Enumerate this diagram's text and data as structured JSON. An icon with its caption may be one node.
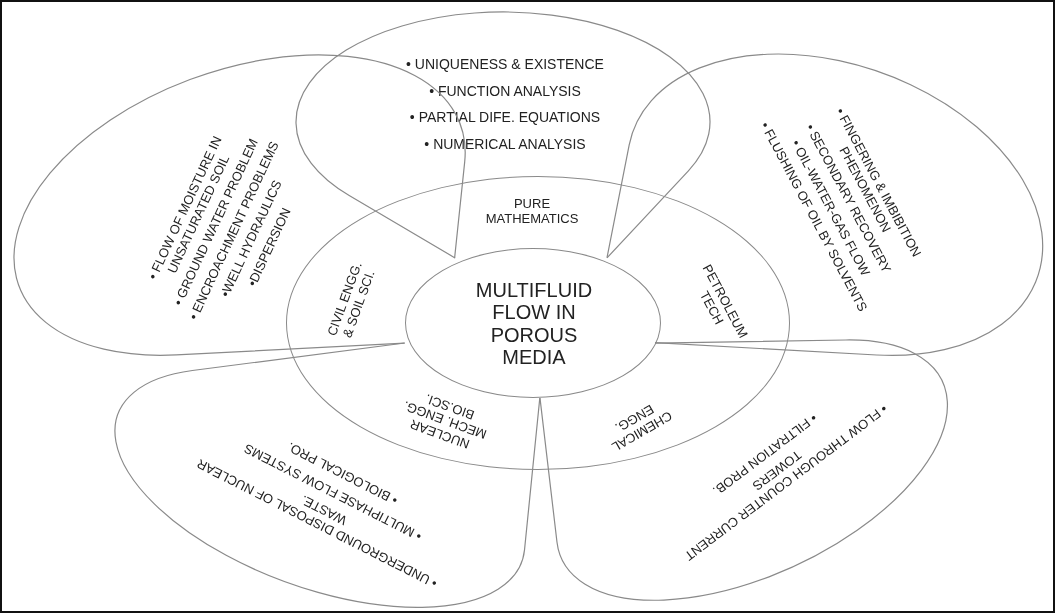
{
  "diagram": {
    "nodes": [
      {
        "text": [
          "• UNIQUENESS & EXISTENCE",
          "• FUNCTION ANALYSIS",
          "• PARTIAL DIFE. EQUATIONS",
          "• NUMERICAL ANALYSIS",
          "PURE MATHEMATICS"
        ]
      },
      {
        "text": [
          "CIVIL ENGG. & SOIL SCI.",
          "• FLOW OF MOISTURE IN UNSATURATED SOIL",
          "• GROUND WATER PROBLEM",
          "• ENCROACHMENT PROBLEMS",
          "•WELL HYDRAULICS",
          "•DISPERSION"
        ]
      },
      {
        "text": [
          "PETROLEUM TECH",
          "• FINGERING & IMBIBITION PHENOMENON",
          "• SECONDARY RECOVERY",
          "• OIL-WATER-GAS FLOW",
          "• FLUSHING OF OIL BY SOLVENTS"
        ]
      },
      {
        "text": [],
        "shape": "circle"
      },
      {
        "text": [
          "MULTIFLUID FLOW IN POROUS MEDIA"
        ],
        "in": 3
      },
      {
        "text": [
          "NUCLEAR MECH. ENGG. BIO.SCI.",
          "• UNDERGROUND DISPOSAL OF NUCLEAR WASTE.",
          "• MULTIPHASE FLOW SYSTEMS",
          "• BIOLOGICAL PRO."
        ]
      },
      {
        "text": [
          "CHEMICAL ENGG.",
          "• FLOW THROUGH COUNTER CURRENT TOWERS",
          "• FILTRATION PROB."
        ]
      }
    ]
  }
}
